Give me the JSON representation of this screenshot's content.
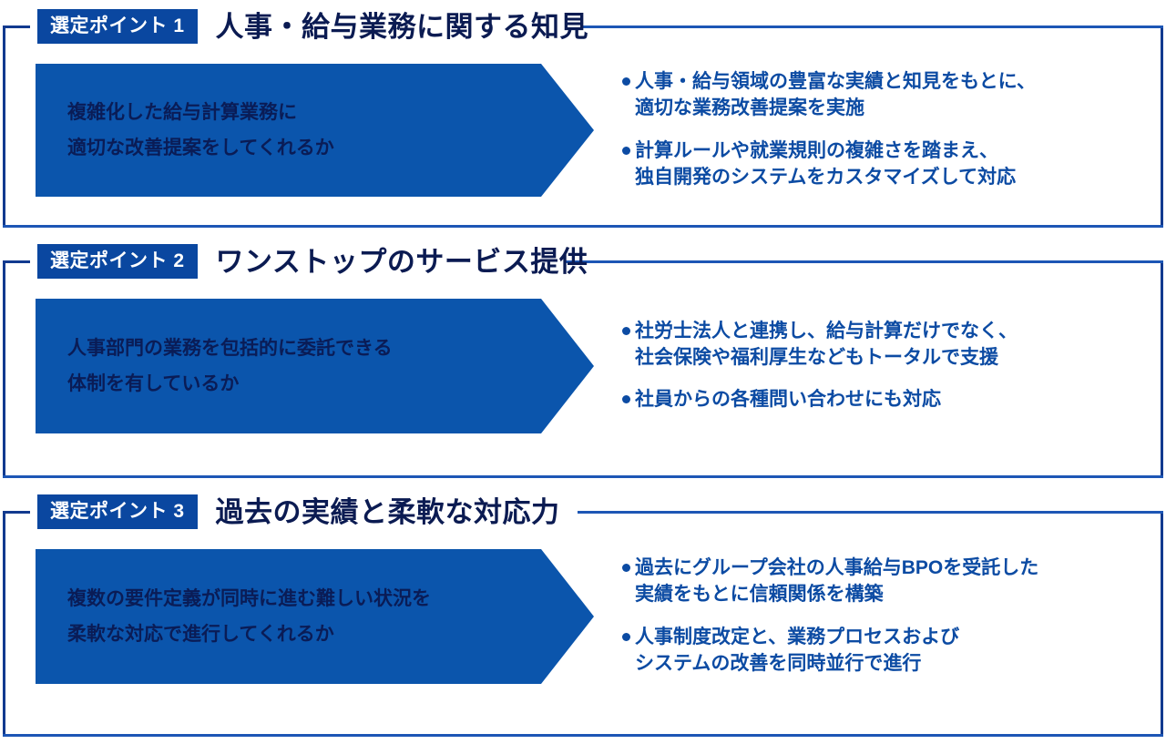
{
  "colors": {
    "frame": "#123a8f",
    "rule": "#1d56b5",
    "badge_bg": "#0a47a0",
    "badge_text": "#ffffff",
    "title_text": "#0b1b52",
    "arrow_bg": "#0b55ac",
    "arrow_text": "#0a1c56",
    "bullet_text": "#0c4ba3"
  },
  "sections": [
    {
      "badge": "選定ポイント 1",
      "title": "人事・給与業務に関する知見",
      "question": [
        "複雑化した給与計算業務に",
        "適切な改善提案をしてくれるか"
      ],
      "answers": [
        "人事・給与領域の豊富な実績と知見をもとに、\n適切な業務改善提案を実施",
        "計算ルールや就業規則の複雑さを踏まえ、\n独自開発のシステムをカスタマイズして対応"
      ]
    },
    {
      "badge": "選定ポイント 2",
      "title": "ワンストップのサービス提供",
      "question": [
        "人事部門の業務を包括的に委託できる",
        "体制を有しているか"
      ],
      "answers": [
        "社労士法人と連携し、給与計算だけでなく、\n社会保険や福利厚生などもトータルで支援",
        "社員からの各種問い合わせにも対応"
      ]
    },
    {
      "badge": "選定ポイント 3",
      "title": "過去の実績と柔軟な対応力",
      "question": [
        "複数の要件定義が同時に進む難しい状況を",
        "柔軟な対応で進行してくれるか"
      ],
      "answers": [
        "過去にグループ会社の人事給与BPOを受託した\n実績をもとに信頼関係を構築",
        "人事制度改定と、業務プロセスおよび\nシステムの改善を同時並行で進行"
      ]
    }
  ]
}
